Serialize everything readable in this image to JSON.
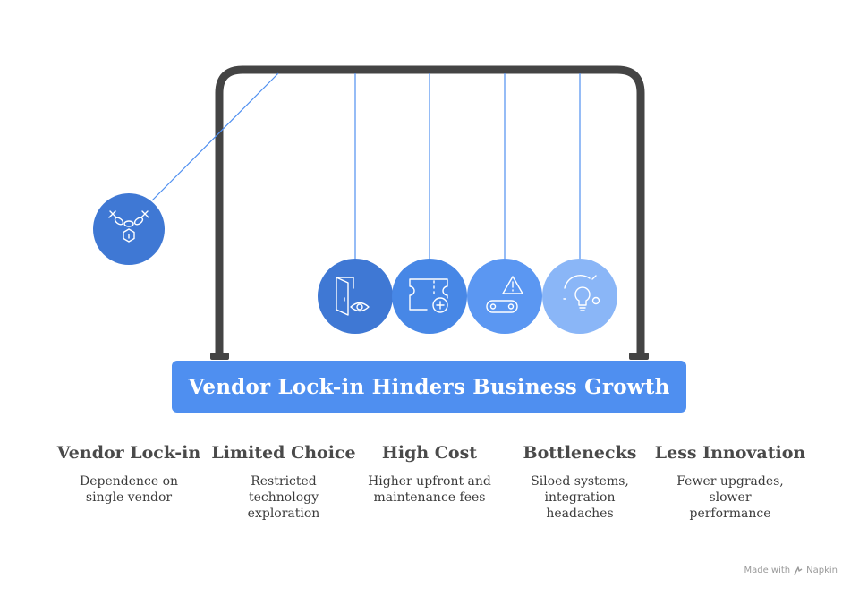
{
  "banner": {
    "title": "Vendor Lock-in Hinders Business Growth"
  },
  "balls": [
    {
      "icon": "chain-lock-icon",
      "color": "#3f78d4"
    },
    {
      "icon": "door-eye-icon",
      "color": "#3f78d4"
    },
    {
      "icon": "ticket-plus-icon",
      "color": "#4787e6"
    },
    {
      "icon": "warning-bottleneck-icon",
      "color": "#5b97f2"
    },
    {
      "icon": "lightbulb-idea-icon",
      "color": "#8ab6f7"
    }
  ],
  "items": [
    {
      "title": "Vendor Lock-in",
      "description": "Dependence on single vendor"
    },
    {
      "title": "Limited Choice",
      "description": "Restricted technology exploration"
    },
    {
      "title": "High Cost",
      "description": "Higher upfront and maintenance fees"
    },
    {
      "title": "Bottlenecks",
      "description": "Siloed systems, integration headaches"
    },
    {
      "title": "Less Innovation",
      "description": "Fewer upgrades, slower performance"
    }
  ],
  "watermark": {
    "made_with": "Made with",
    "brand": "Napkin"
  },
  "colors": {
    "frame": "#444444",
    "string": "#4f8ff0",
    "banner": "#4f8ff0"
  }
}
